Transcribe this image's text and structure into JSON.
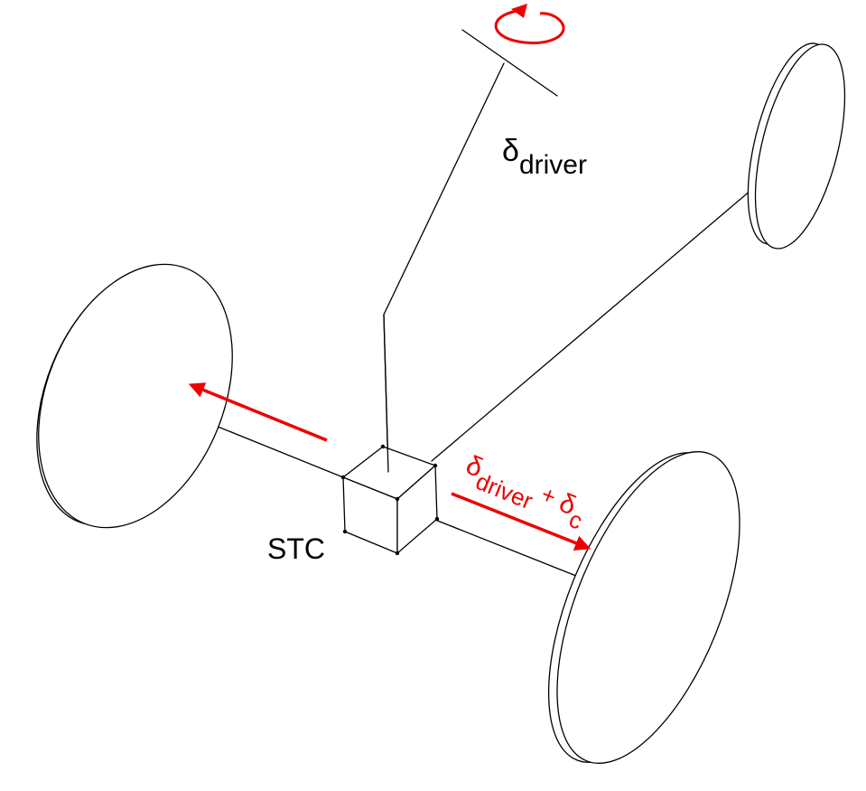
{
  "labels": {
    "steering_input": {
      "base": "δ",
      "sub": "driver"
    },
    "wheel_angle": {
      "base1": "δ",
      "sub1": "driver",
      "plus": " + ",
      "base2": "δ",
      "sub2": "c"
    },
    "controller": "STC"
  },
  "colors": {
    "line": "#000000",
    "accent": "#ee0000",
    "background": "#ffffff"
  }
}
